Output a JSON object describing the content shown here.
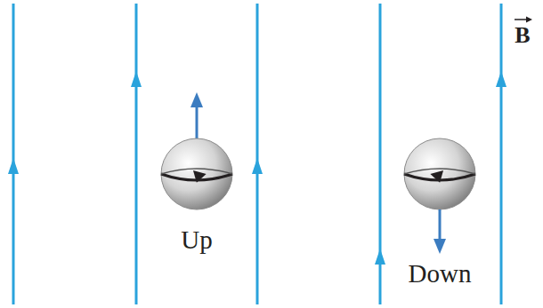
{
  "diagram": {
    "labels": [
      "Up",
      "Down",
      "B"
    ]
  }
}
